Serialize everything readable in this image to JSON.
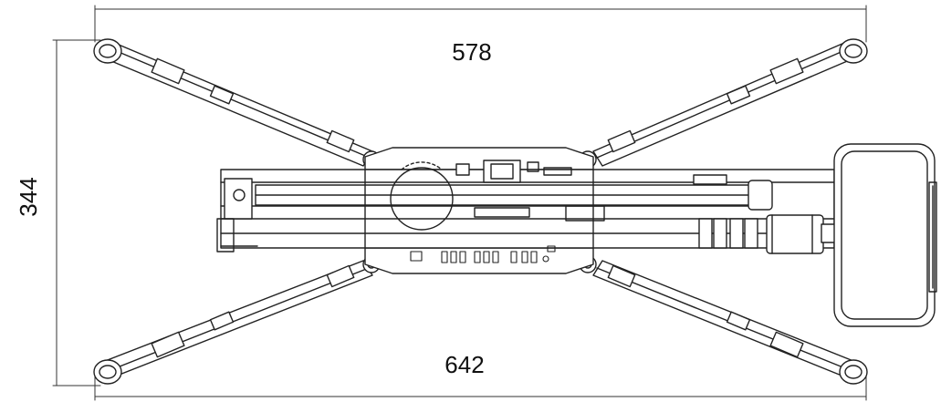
{
  "dimensions": {
    "top_width": "578",
    "bottom_width": "642",
    "height": "344"
  }
}
